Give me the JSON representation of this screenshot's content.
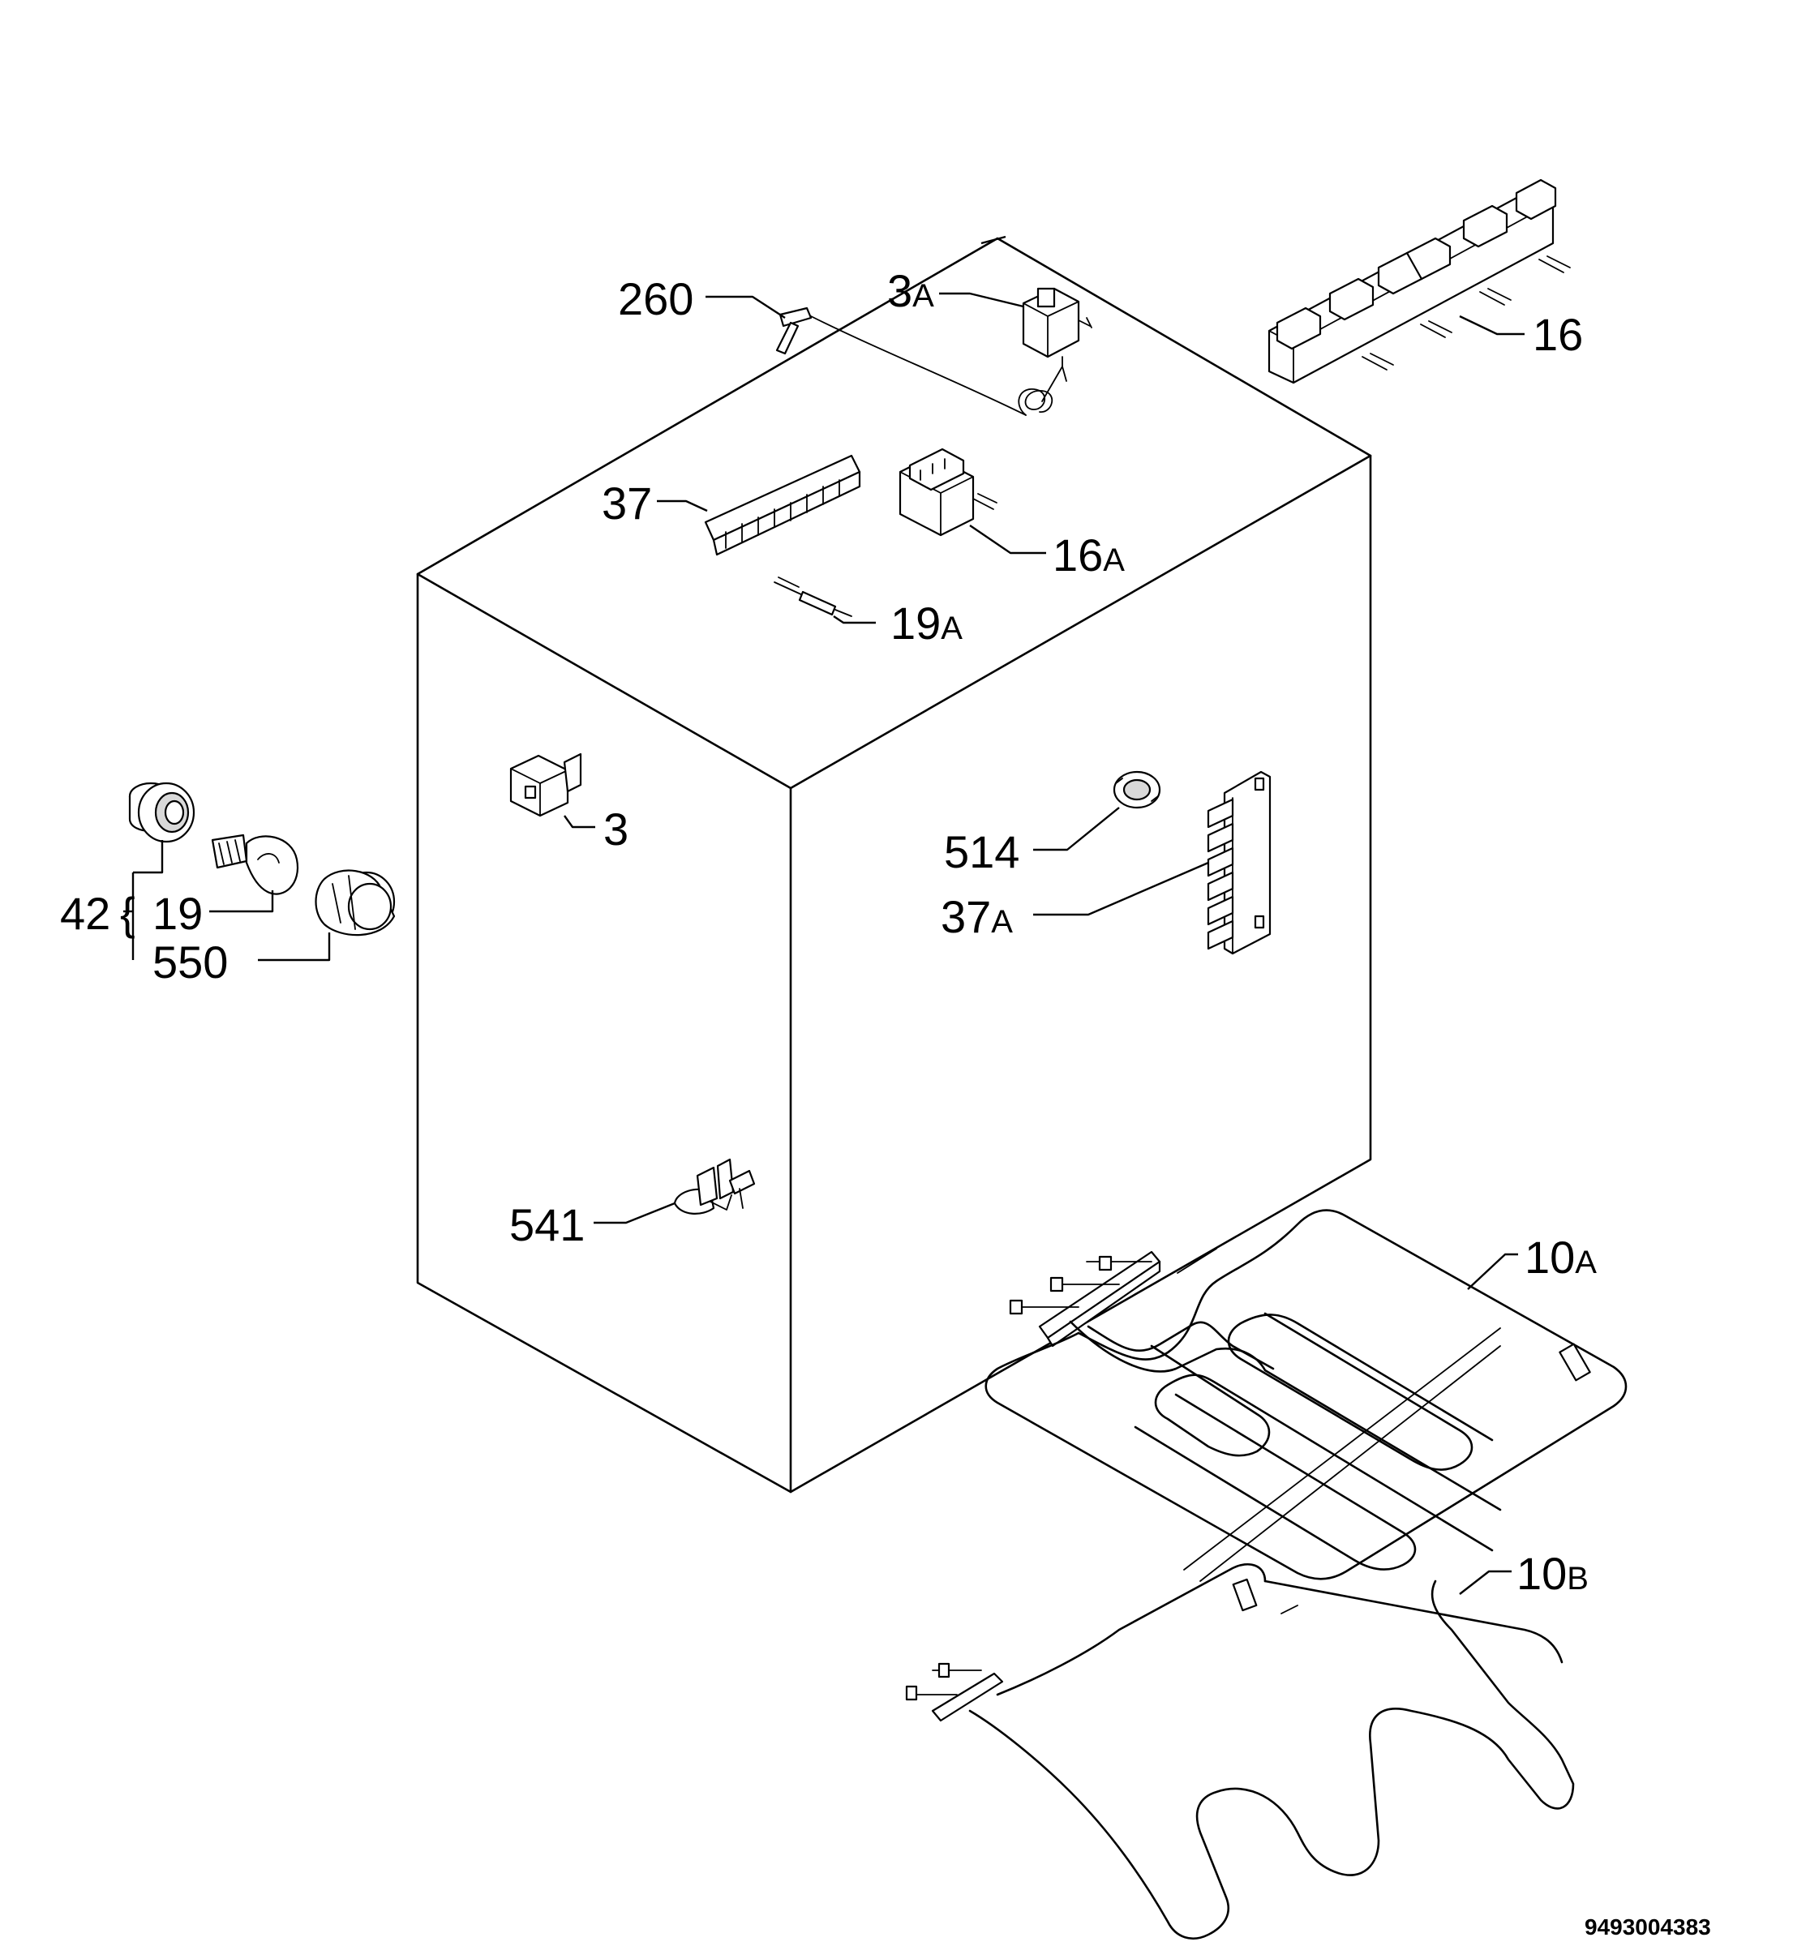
{
  "document_number": "9493004383",
  "parts": [
    {
      "id": "260",
      "label_main": "260",
      "label_suffix": ""
    },
    {
      "id": "3A",
      "label_main": "3",
      "label_suffix": "A"
    },
    {
      "id": "16",
      "label_main": "16",
      "label_suffix": ""
    },
    {
      "id": "37",
      "label_main": "37",
      "label_suffix": ""
    },
    {
      "id": "16A",
      "label_main": "16",
      "label_suffix": "A"
    },
    {
      "id": "19A",
      "label_main": "19",
      "label_suffix": "A"
    },
    {
      "id": "3",
      "label_main": "3",
      "label_suffix": ""
    },
    {
      "id": "514",
      "label_main": "514",
      "label_suffix": ""
    },
    {
      "id": "37A",
      "label_main": "37",
      "label_suffix": "A"
    },
    {
      "id": "42",
      "label_main": "42",
      "label_suffix": ""
    },
    {
      "id": "19",
      "label_main": "19",
      "label_suffix": ""
    },
    {
      "id": "550",
      "label_main": "550",
      "label_suffix": ""
    },
    {
      "id": "541",
      "label_main": "541",
      "label_suffix": ""
    },
    {
      "id": "10A",
      "label_main": "10",
      "label_suffix": "A"
    },
    {
      "id": "10B",
      "label_main": "10",
      "label_suffix": "B"
    }
  ]
}
